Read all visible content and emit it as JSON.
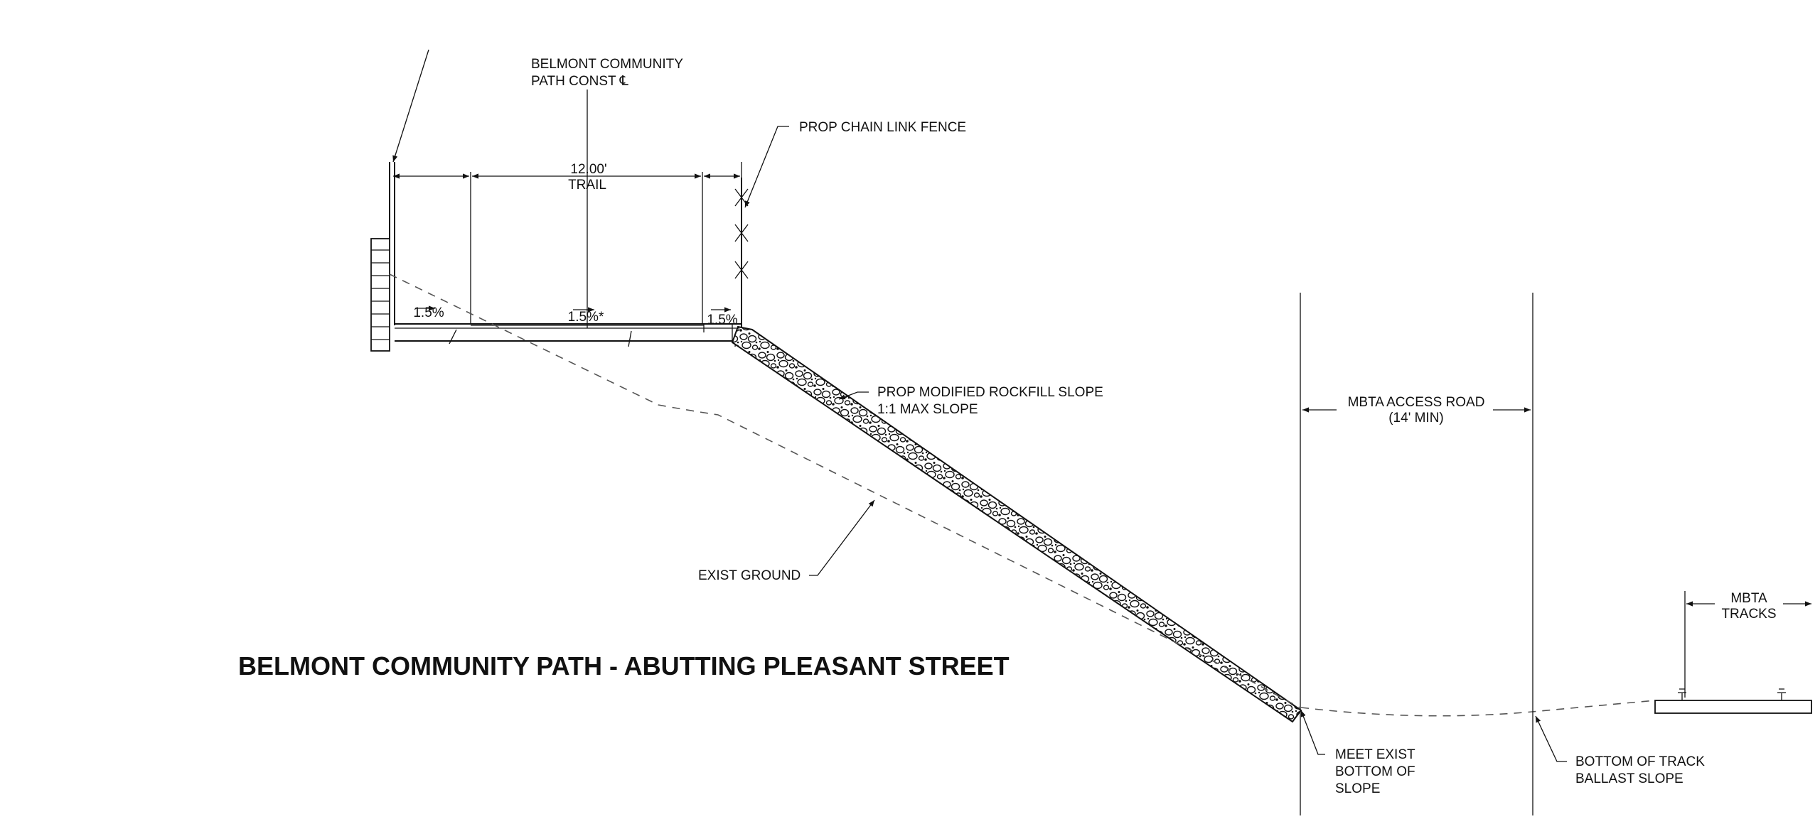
{
  "labels": {
    "centerline_line1": "BELMONT COMMUNITY",
    "centerline_line2": "PATH CONST ℄",
    "fence": "PROP CHAIN LINK FENCE",
    "trail_width": "12.00'",
    "trail": "TRAIL",
    "slope_left": "1.5%",
    "slope_center": "1.5%*",
    "slope_right": "1.5%",
    "rockfill_line1": "PROP MODIFIED ROCKFILL SLOPE",
    "rockfill_line2": "1:1 MAX SLOPE",
    "access_road_line1": "MBTA ACCESS ROAD",
    "access_road_line2": "(14' MIN)",
    "exist_ground": "EXIST GROUND",
    "tracks_line1": "MBTA",
    "tracks_line2": "TRACKS",
    "meet_line1": "MEET EXIST",
    "meet_line2": "BOTTOM OF",
    "meet_line3": "SLOPE",
    "ballast_line1": "BOTTOM OF TRACK",
    "ballast_line2": "BALLAST SLOPE",
    "title": "BELMONT COMMUNITY PATH - ABUTTING PLEASANT STREET"
  },
  "colors": {
    "linework": "#111111",
    "background": "#ffffff",
    "ground_dash": "#555555"
  }
}
